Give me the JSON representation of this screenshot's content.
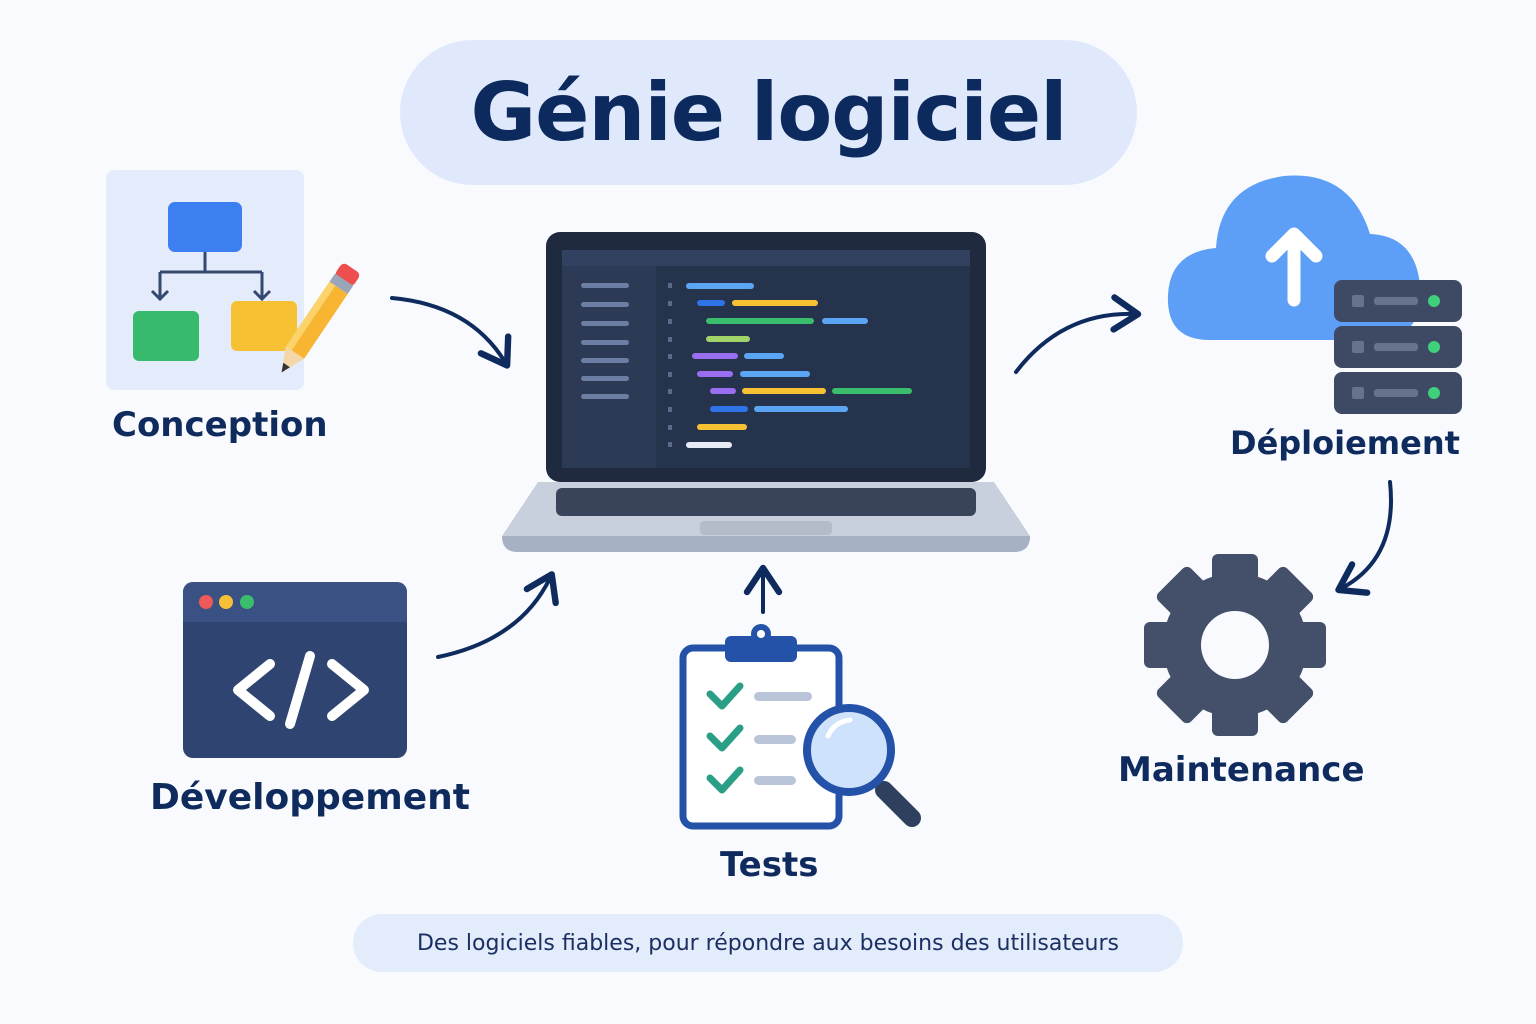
{
  "title": "Génie logiciel",
  "stages": {
    "conception": "Conception",
    "developpement": "Développement",
    "tests": "Tests",
    "deploiement": "Déploiement",
    "maintenance": "Maintenance"
  },
  "footer": "Des logiciels fiables, pour répondre aux besoins des utilisateurs",
  "colors": {
    "navy": "#0f2b5e",
    "accent_blue": "#2f74e6",
    "cloud_blue": "#5d9ef6",
    "green": "#3bbd6e",
    "yellow": "#f6c233",
    "slate": "#44506a"
  },
  "icons": [
    "flowchart-icon",
    "pencil-icon",
    "laptop-code-icon",
    "code-window-icon",
    "clipboard-checklist-icon",
    "magnifier-icon",
    "cloud-upload-icon",
    "server-icon",
    "gear-icon"
  ]
}
